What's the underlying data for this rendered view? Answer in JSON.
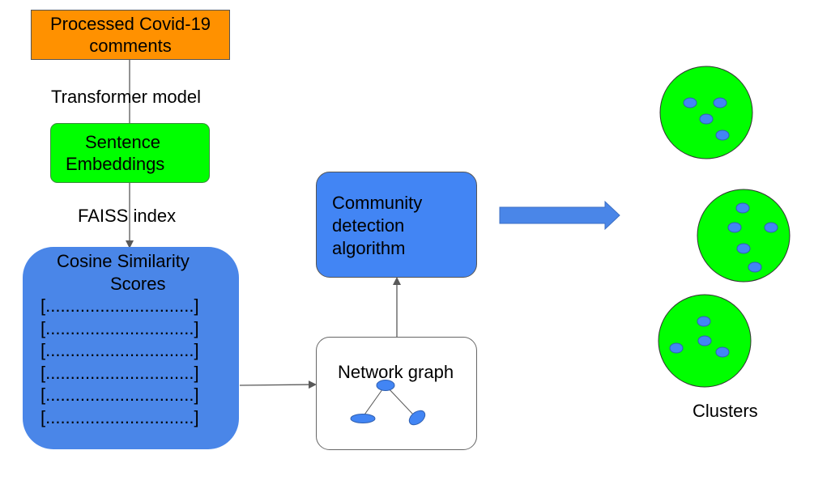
{
  "nodes": {
    "processed_comments": [
      "Processed Covid-19",
      "comments"
    ],
    "sentence_embeddings": [
      "Sentence",
      "Embeddings"
    ],
    "cosine_similarity": {
      "title": [
        "Cosine Similarity",
        "Scores"
      ],
      "rows": [
        "[..............................]",
        "[..............................]",
        "[..............................]",
        "[..............................]",
        "[..............................]",
        "[..............................]"
      ]
    },
    "community_detection": [
      "Community",
      "detection",
      "algorithm"
    ],
    "network_graph": "Network graph",
    "clusters_label": "Clusters"
  },
  "edges": {
    "transformer_model": "Transformer model",
    "faiss_index": "FAISS index"
  },
  "colors": {
    "orange": "#ff9100",
    "green": "#00ff00",
    "blue_box": "#4a86e8",
    "blue_node": "#4285f4",
    "arrow": "#595959"
  },
  "icons": {
    "big_arrow": "right-arrow-icon",
    "cluster": "cluster-circle-icon",
    "graph": "network-graph-icon"
  }
}
